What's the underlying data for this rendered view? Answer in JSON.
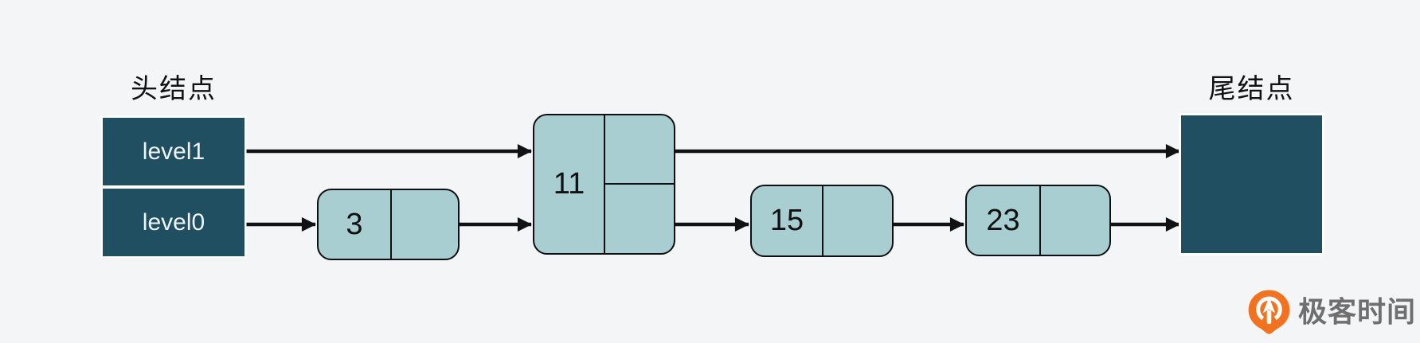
{
  "diagram": {
    "type": "skip-list",
    "head": {
      "title": "头结点",
      "levels": [
        "level1",
        "level0"
      ]
    },
    "tail": {
      "title": "尾结点"
    },
    "nodes": [
      {
        "value": "3",
        "levels": 1
      },
      {
        "value": "11",
        "levels": 2
      },
      {
        "value": "15",
        "levels": 1
      },
      {
        "value": "23",
        "levels": 1
      }
    ],
    "arrows": [
      "head.level1 -> 11",
      "11.level1 -> tail",
      "head.level0 -> 3",
      "3.level0 -> 11",
      "11.level0 -> 15",
      "15.level0 -> 23",
      "23.level0 -> tail"
    ]
  },
  "branding": {
    "logo_text": "极客时间"
  },
  "colors": {
    "dark": "#214f62",
    "light": "#a8ced2",
    "bg": "#f4f5f7",
    "ink": "#121212",
    "logo_orange": "#f3721f",
    "logo_gray": "#6f6f6f"
  }
}
